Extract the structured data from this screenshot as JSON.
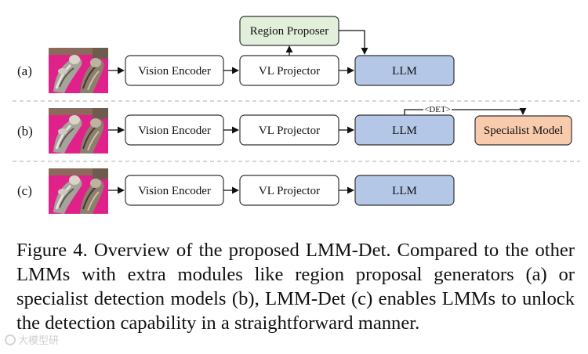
{
  "diagram": {
    "rows": [
      {
        "label": "(a)",
        "vision_encoder": "Vision Encoder",
        "projector": "VL Projector",
        "llm": "LLM",
        "region_proposer": "Region Proposer"
      },
      {
        "label": "(b)",
        "vision_encoder": "Vision Encoder",
        "projector": "VL Projector",
        "llm": "LLM",
        "det_token": "<DET>",
        "specialist": "Specialist Model"
      },
      {
        "label": "(c)",
        "vision_encoder": "Vision Encoder",
        "projector": "VL Projector",
        "llm": "LLM"
      }
    ],
    "colors": {
      "llm_fill": "#b4c7e7",
      "region_proposer_fill": "#e2efda",
      "specialist_fill": "#f8cbad",
      "box_stroke": "#333333",
      "separator": "#bdbdbd",
      "thumb_background": "#e0218a"
    },
    "thumbnail_icon": "cats-photo"
  },
  "caption": "Figure 4. Overview of the proposed LMM-Det. Compared to the other LMMs with extra modules like region proposal generators (a) or specialist detection models (b), LMM-Det (c) enables LMMs to unlock the detection capability in a straightforward manner.",
  "watermark": "大模型研"
}
